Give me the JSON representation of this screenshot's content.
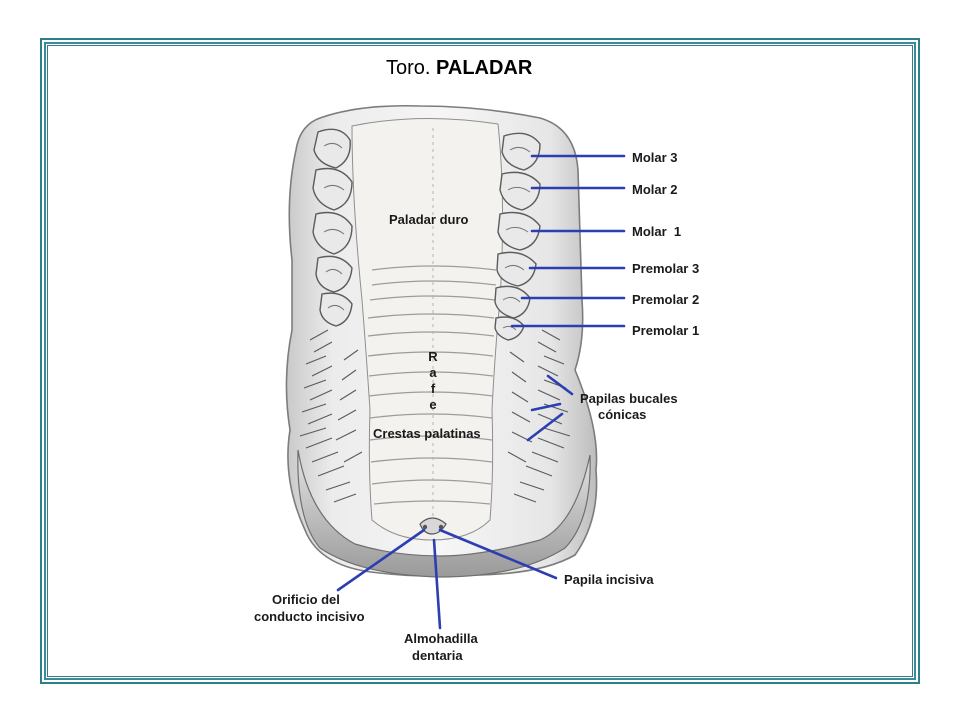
{
  "title": {
    "prefix": "Toro.",
    "main": "PALADAR"
  },
  "labels": {
    "molar3": "Molar 3",
    "molar2": "Molar 2",
    "molar1": "Molar  1",
    "premolar3": "Premolar 3",
    "premolar2": "Premolar 2",
    "premolar1": "Premolar 1",
    "paladar_duro": "Paladar duro",
    "rafe": [
      "R",
      "a",
      "f",
      "e"
    ],
    "crestas": "Crestas palatinas",
    "papilas_line1": "Papilas bucales",
    "papilas_line2": "cónicas",
    "papila_incisiva": "Papila incisiva",
    "orificio_line1": "Orificio del",
    "orificio_line2": "conducto incisivo",
    "almohadilla_line1": "Almohadilla",
    "almohadilla_line2": "dentaria"
  },
  "colors": {
    "frame": "#2e7f8c",
    "leader_lines": "#2b3fb3",
    "label_text": "#1a1a1a"
  }
}
